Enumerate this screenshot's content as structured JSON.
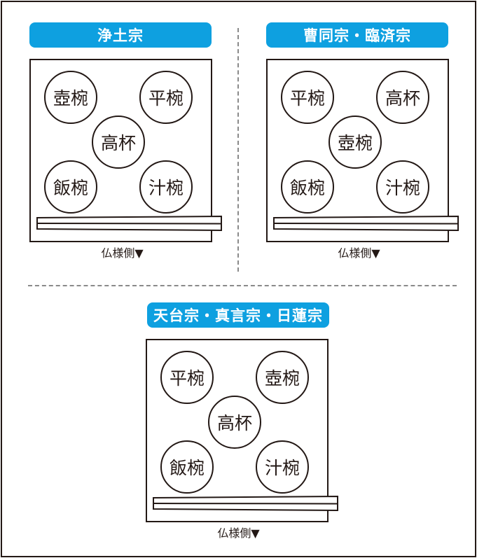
{
  "panels": [
    {
      "title": "浄土宗",
      "bowls": {
        "top_left": "壺椀",
        "top_right": "平椀",
        "center": "高杯",
        "bottom_left": "飯椀",
        "bottom_right": "汁椀"
      },
      "side_label": "仏様側▼"
    },
    {
      "title": "曹同宗・臨済宗",
      "bowls": {
        "top_left": "平椀",
        "top_right": "高杯",
        "center": "壺椀",
        "bottom_left": "飯椀",
        "bottom_right": "汁椀"
      },
      "side_label": "仏様側▼"
    },
    {
      "title": "天台宗・真言宗・日蓮宗",
      "bowls": {
        "top_left": "平椀",
        "top_right": "壺椀",
        "center": "高杯",
        "bottom_left": "飯椀",
        "bottom_right": "汁椀"
      },
      "side_label": "仏様側▼"
    }
  ],
  "colors": {
    "header": "#0ea0e0",
    "line": "#231815",
    "divider": "#8a8a8a"
  }
}
